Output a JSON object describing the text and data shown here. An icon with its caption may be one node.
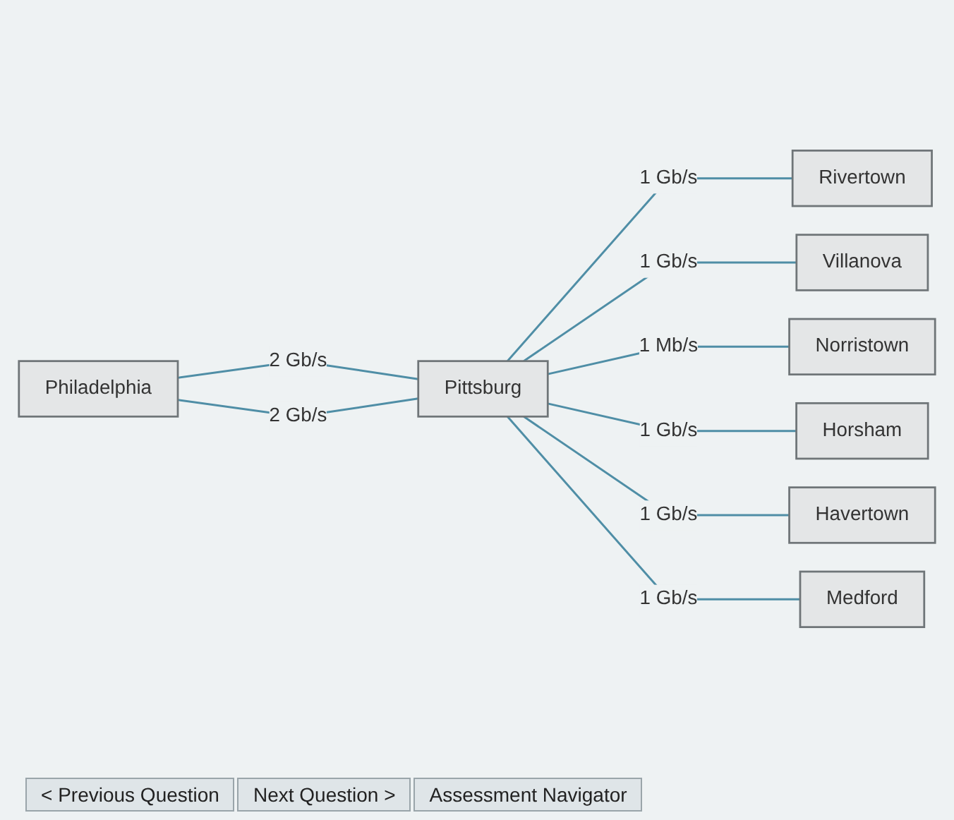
{
  "diagram": {
    "nodes": [
      {
        "text": [
          "Philadelphia"
        ]
      },
      {
        "text": [
          "Pittsburg"
        ]
      },
      {
        "text": [
          "Rivertown"
        ]
      },
      {
        "text": [
          "Villanova"
        ]
      },
      {
        "text": [
          "Norristown"
        ]
      },
      {
        "text": [
          "Horsham"
        ]
      },
      {
        "text": [
          "Havertown"
        ]
      },
      {
        "text": [
          "Medford"
        ]
      }
    ],
    "edges": [
      {
        "from": 0,
        "to": 1,
        "arrow": "none",
        "label": "2 Gb/s"
      },
      {
        "from": 0,
        "to": 1,
        "arrow": "none",
        "label": "2 Gb/s"
      },
      {
        "from": 1,
        "to": 2,
        "arrow": "none",
        "label": "1 Gb/s"
      },
      {
        "from": 1,
        "to": 3,
        "arrow": "none",
        "label": "1 Gb/s"
      },
      {
        "from": 1,
        "to": 4,
        "arrow": "none",
        "label": "1 Mb/s"
      },
      {
        "from": 1,
        "to": 5,
        "arrow": "none",
        "label": "1 Gb/s"
      },
      {
        "from": 1,
        "to": 6,
        "arrow": "none",
        "label": "1 Gb/s"
      },
      {
        "from": 1,
        "to": 7,
        "arrow": "none",
        "label": "1 Gb/s"
      }
    ],
    "labels": [
      "< Previous Question",
      "Next Question >",
      "Assessment Navigator"
    ]
  }
}
